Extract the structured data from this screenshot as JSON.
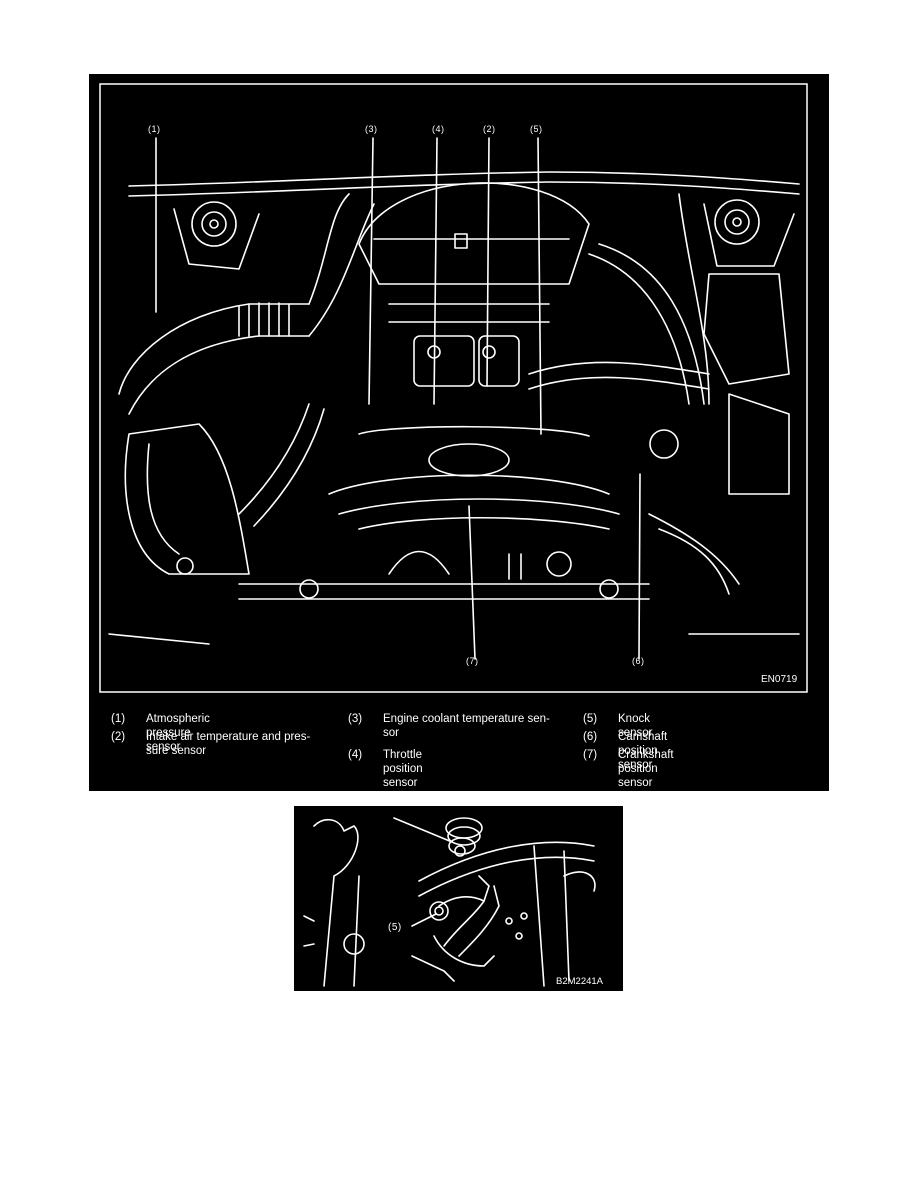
{
  "main_figure": {
    "figure_code": "EN0719",
    "callouts": [
      "(1)",
      "(3)",
      "(4)",
      "(2)",
      "(5)",
      "(7)",
      "(6)"
    ],
    "legend": [
      {
        "num": "(1)",
        "text": "Atmospheric pressure sensor"
      },
      {
        "num": "(2)",
        "text": "Intake air temperature and pres-\nsure sensor"
      },
      {
        "num": "(3)",
        "text": "Engine coolant temperature sen-\nsor"
      },
      {
        "num": "(4)",
        "text": "Throttle position sensor"
      },
      {
        "num": "(5)",
        "text": "Knock sensor"
      },
      {
        "num": "(6)",
        "text": "Camshaft position sensor"
      },
      {
        "num": "(7)",
        "text": "Crankshaft position sensor"
      }
    ]
  },
  "inset_figure": {
    "figure_code": "B2M2241A",
    "callout": "(5)"
  }
}
